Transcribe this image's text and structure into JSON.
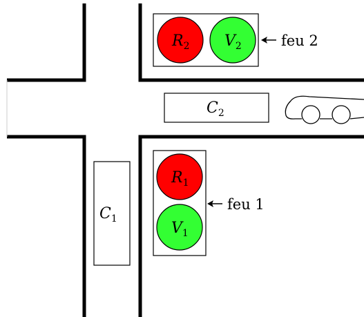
{
  "colors": {
    "red": "#ff0000",
    "green": "#33ff33",
    "road_edge": "#000000",
    "background": "#ffffff"
  },
  "traffic_lights": {
    "feu2": {
      "label": "feu 2",
      "red_symbol": "R",
      "red_sub": "2",
      "green_symbol": "V",
      "green_sub": "2"
    },
    "feu1": {
      "label": "feu 1",
      "red_symbol": "R",
      "red_sub": "1",
      "green_symbol": "V",
      "green_sub": "1"
    }
  },
  "sensors": {
    "c1": {
      "symbol": "C",
      "sub": "1"
    },
    "c2": {
      "symbol": "C",
      "sub": "2"
    }
  },
  "icons": {
    "car": "car-icon",
    "arrow": "arrow-left-icon"
  }
}
